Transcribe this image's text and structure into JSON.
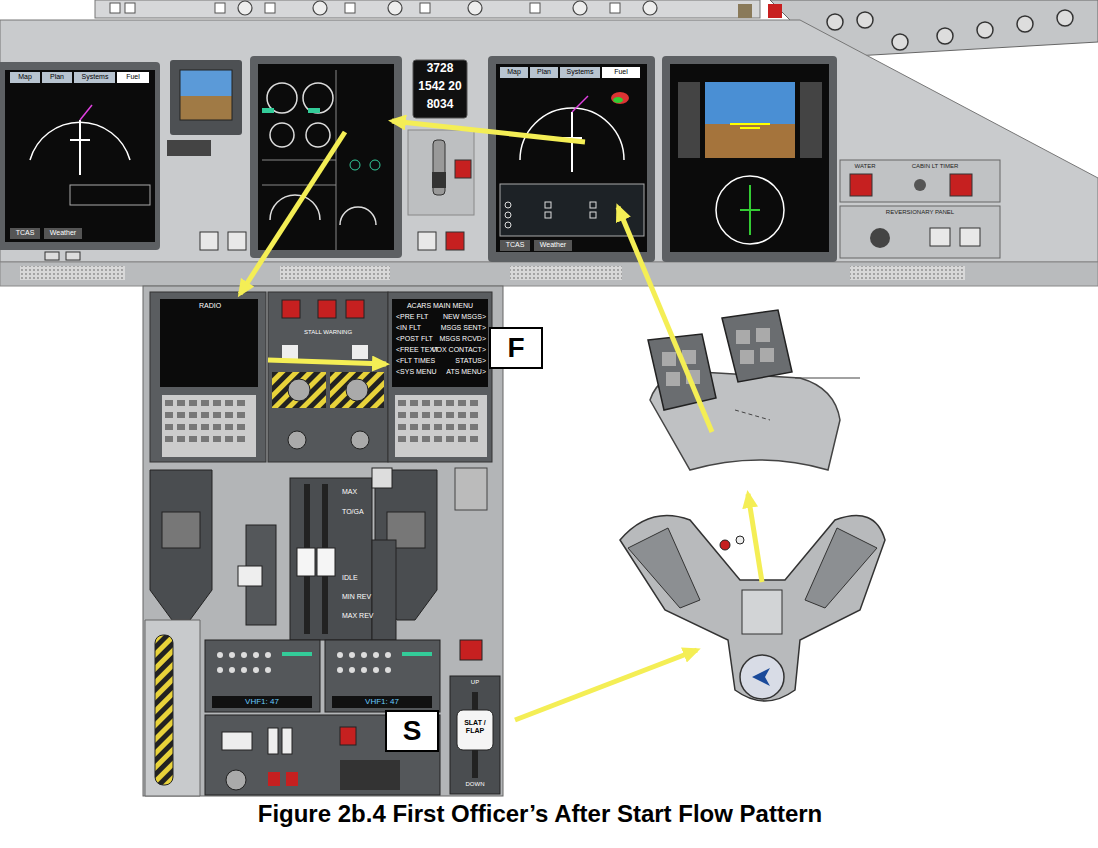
{
  "diagram": {
    "caption": "Figure 2b.4 First Officer’s After Start Flow Pattern",
    "nodes": [
      {
        "text": [
          "F"
        ]
      },
      {
        "text": [
          "S"
        ]
      }
    ],
    "edges": [],
    "labels": [
      "Map",
      "Plan",
      "Systems",
      "Fuel",
      "TCAS",
      "Weather",
      "3728",
      "1542 20",
      "8034",
      "Map",
      "Plan",
      "Systems",
      "Fuel",
      "TCAS",
      "Weather",
      "WATER",
      "CABIN LT TIMER",
      "REVERSIONARY PANEL",
      "RADIO",
      "STALL WARNING",
      "ACARS MAIN MENU",
      "<PRE FLT",
      "NEW MSGS>",
      "<IN FLT",
      "MSGS SENT>",
      "<POST FLT",
      "MSGS RCVD>",
      "<FREE TEXT",
      "VOX CONTACT>",
      "<FLT TIMES",
      "STATUS>",
      "<SYS MENU",
      "ATS MENU>",
      "MAX",
      "TO/GA",
      "IDLE",
      "MIN REV",
      "MAX REV",
      "VHF1: 47",
      "VHF1: 47",
      "UP",
      "SLAT / FLAP",
      "DOWN"
    ]
  }
}
